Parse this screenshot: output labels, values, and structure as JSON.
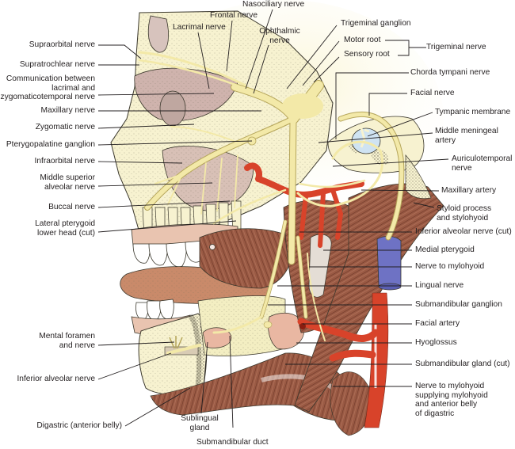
{
  "figure": {
    "colors": {
      "nerve": "#f3e9a8",
      "nerve_outline": "#b5a55a",
      "bone": "#f7f2d0",
      "bone_stipple": "#6d6a58",
      "muscle": "#9a5a44",
      "muscle_dark": "#6e3828",
      "artery": "#d8432a",
      "vein": "#6e72c4",
      "mucosa": "#e9c4b0",
      "tongue": "#c98a6a",
      "gland": "#e9b7a2",
      "tympanic": "#cfe3f2",
      "leader": "#231f20",
      "background_glow": "#f8f4d6"
    },
    "left_labels": [
      {
        "id": "supraorbital",
        "text": "Supraorbital nerve"
      },
      {
        "id": "supratrochlear",
        "text": "Supratrochlear nerve"
      },
      {
        "id": "communication",
        "text": "Communication between\nlacrimal and\nzygomaticotemporal nerve"
      },
      {
        "id": "maxillary-nerve",
        "text": "Maxillary nerve"
      },
      {
        "id": "zygomatic",
        "text": "Zygomatic nerve"
      },
      {
        "id": "pterygopalatine",
        "text": "Pterygopalatine ganglion"
      },
      {
        "id": "infraorbital",
        "text": "Infraorbital nerve"
      },
      {
        "id": "middle-superior-alveolar",
        "text": "Middle superior\nalveolar nerve"
      },
      {
        "id": "buccal",
        "text": "Buccal nerve"
      },
      {
        "id": "lateral-pterygoid",
        "text": "Lateral pterygoid\nlower head (cut)"
      },
      {
        "id": "mental-foramen",
        "text": "Mental foramen\nand nerve"
      },
      {
        "id": "inferior-alveolar",
        "text": "Inferior alveolar nerve"
      },
      {
        "id": "digastric",
        "text": "Digastric (anterior belly)"
      }
    ],
    "top_labels": [
      {
        "id": "lacrimal",
        "text": "Lacrimal nerve"
      },
      {
        "id": "frontal",
        "text": "Frontal nerve"
      },
      {
        "id": "nasociliary",
        "text": "Nasociliary nerve"
      },
      {
        "id": "ophthalmic",
        "text": "Ophthalmic\nnerve"
      },
      {
        "id": "trigeminal-ganglion",
        "text": "Trigeminal ganglion"
      },
      {
        "id": "motor-root",
        "text": "Motor root"
      },
      {
        "id": "sensory-root",
        "text": "Sensory root"
      },
      {
        "id": "trigeminal-nerve",
        "text": "Trigeminal nerve"
      }
    ],
    "right_labels": [
      {
        "id": "chorda-tympani",
        "text": "Chorda tympani nerve"
      },
      {
        "id": "facial-nerve",
        "text": "Facial nerve"
      },
      {
        "id": "tympanic-membrane",
        "text": "Tympanic membrane"
      },
      {
        "id": "middle-meningeal",
        "text": "Middle meningeal\nartery"
      },
      {
        "id": "auriculotemporal",
        "text": "Auriculotemporal\nnerve"
      },
      {
        "id": "maxillary-artery",
        "text": "Maxillary artery"
      },
      {
        "id": "styloid",
        "text": "Styloid process\nand stylohyoid"
      },
      {
        "id": "inferior-alveolar-cut",
        "text": "Inferior alveolar nerve (cut)"
      },
      {
        "id": "medial-pterygoid",
        "text": "Medial pterygoid"
      },
      {
        "id": "nerve-to-mylohyoid",
        "text": "Nerve to mylohyoid"
      },
      {
        "id": "lingual",
        "text": "Lingual nerve"
      },
      {
        "id": "submandibular-ganglion",
        "text": "Submandibular ganglion"
      },
      {
        "id": "facial-artery",
        "text": "Facial artery"
      },
      {
        "id": "hyoglossus",
        "text": "Hyoglossus"
      },
      {
        "id": "submandibular-gland",
        "text": "Submandibular gland (cut)"
      },
      {
        "id": "nerve-to-mylohyoid-supplying",
        "text": "Nerve to mylohyoid\nsupplying mylohyoid\nand anterior belly\nof digastric"
      }
    ],
    "bottom_labels": [
      {
        "id": "sublingual",
        "text": "Sublingual\ngland"
      },
      {
        "id": "submandibular-duct",
        "text": "Submandibular duct"
      }
    ]
  }
}
